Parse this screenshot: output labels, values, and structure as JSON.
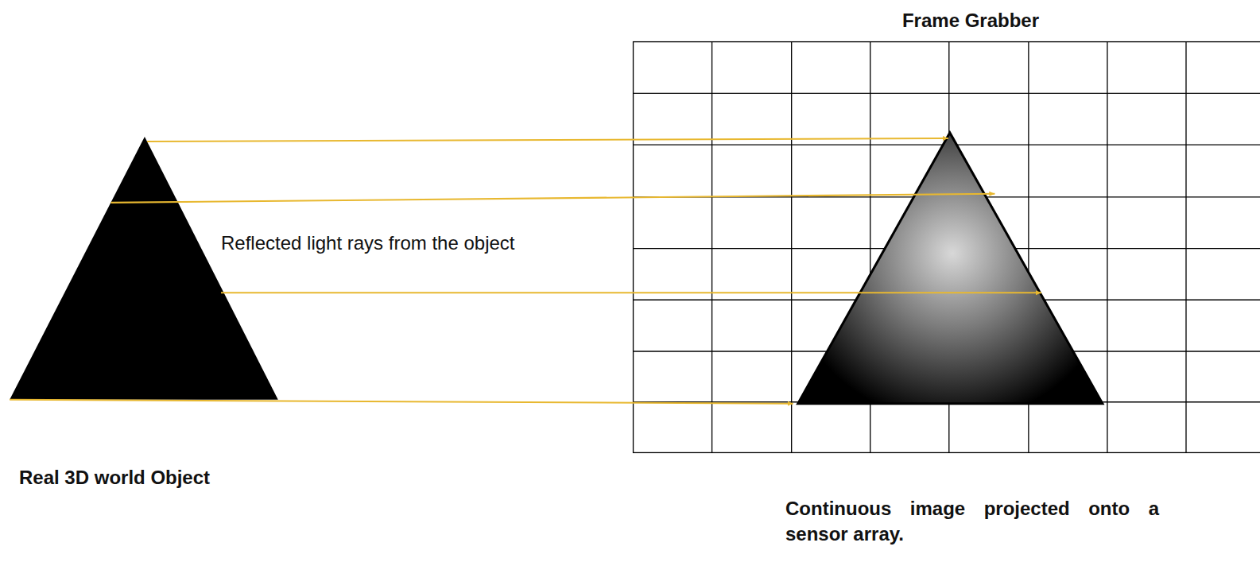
{
  "diagram": {
    "labels": [
      "Frame Grabber",
      "Reflected light rays from the object",
      "Real 3D world Object",
      "Continuous image projected onto a sensor array."
    ]
  }
}
